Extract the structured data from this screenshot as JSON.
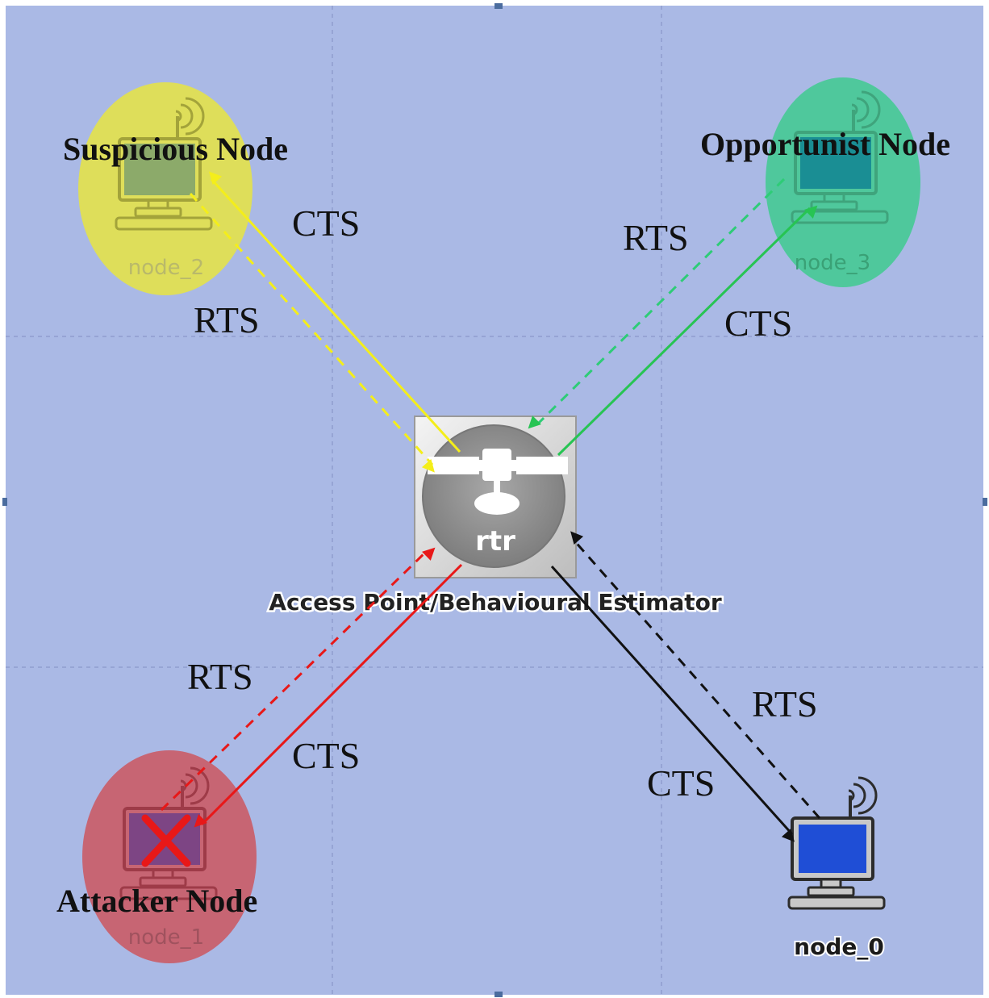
{
  "colors": {
    "background": "#aab9e5",
    "grid": "#8f9ece",
    "suspicious": "#dede5a",
    "opportunist": "#4fc89c",
    "attacker": "#c76573",
    "yellow_arrow": "#f4ee1a",
    "green_arrow": "#27c453",
    "green_dashed": "#2ecc77",
    "red_arrow": "#e81818",
    "black_arrow": "#111111"
  },
  "router": {
    "icon": "satellite-router-icon",
    "badge": "rtr",
    "label": "Access Point/Behavioural Estimator"
  },
  "nodes": {
    "node_2": {
      "id": "node_2",
      "role": "Suspicious Node",
      "icon": "computer-wireless-icon"
    },
    "node_3": {
      "id": "node_3",
      "role": "Opportunist Node",
      "icon": "computer-wireless-icon"
    },
    "node_1": {
      "id": "node_1",
      "role": "Attacker Node",
      "icon": "computer-wireless-icon"
    },
    "node_0": {
      "id": "node_0",
      "role": "",
      "icon": "computer-wireless-icon"
    }
  },
  "links": {
    "node_2": {
      "solid_label": "CTS",
      "dashed_label": "RTS"
    },
    "node_3": {
      "solid_label": "CTS",
      "dashed_label": "RTS"
    },
    "node_1": {
      "solid_label": "CTS",
      "dashed_label": "RTS"
    },
    "node_0": {
      "solid_label": "CTS",
      "dashed_label": "RTS"
    }
  }
}
